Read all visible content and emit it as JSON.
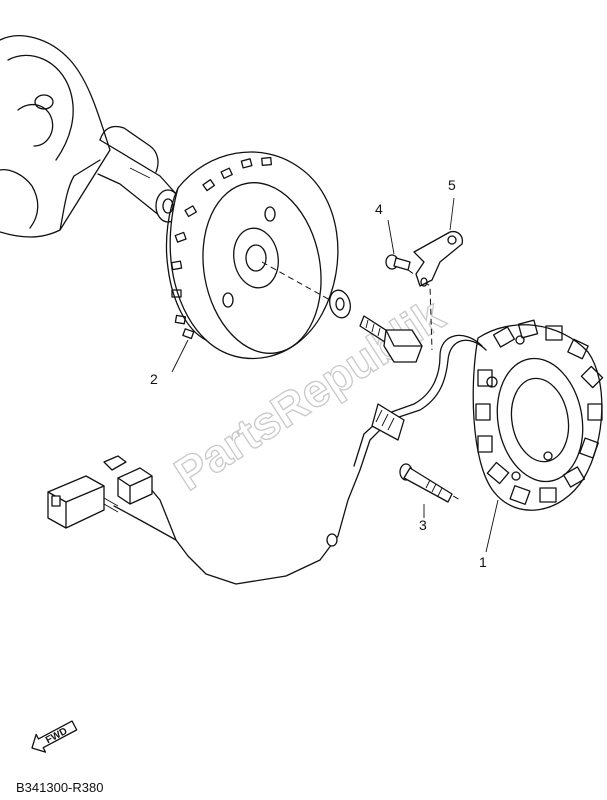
{
  "watermark": "PartsRepublik",
  "callouts": {
    "c1": "1",
    "c2": "2",
    "c3": "3",
    "c4": "4",
    "c5": "5"
  },
  "diagram_code": "B341300-R380",
  "fwd_label": "FWD"
}
